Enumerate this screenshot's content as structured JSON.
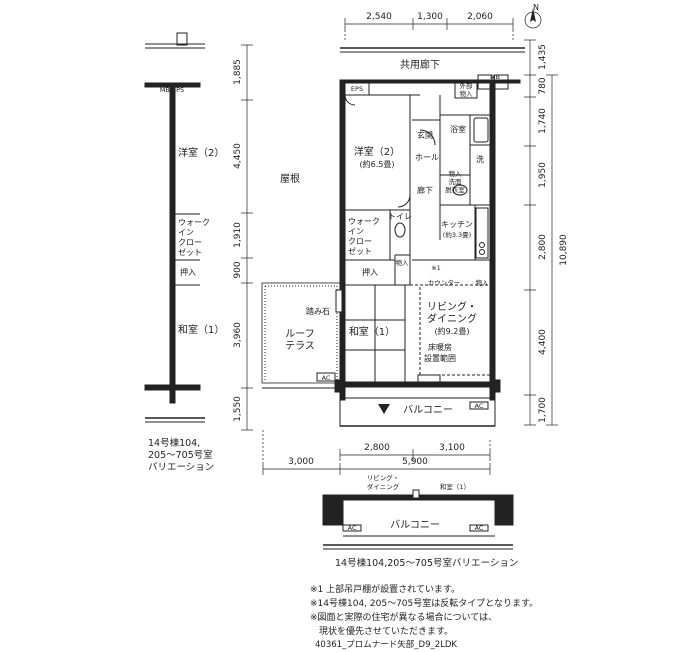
{
  "top_dims": [
    "2,540",
    "1,300",
    "2,060"
  ],
  "right_dims": [
    "1,435",
    "780",
    "1,740",
    "1,950",
    "2,800",
    "4,400",
    "1,700"
  ],
  "right_total": "10,890",
  "left_dims": [
    "1,885",
    "4,450",
    "1,910",
    "900",
    "3,960",
    "1,550"
  ],
  "bottom_dims": [
    "2,800",
    "3,100",
    "3,000",
    "5,900"
  ],
  "rooms": {
    "corridor": "共用廊下",
    "eps": "EPS",
    "mb": "MB",
    "outside_storage_1": "外部",
    "outside_storage_2": "物入",
    "genkan": "玄関",
    "bath": "浴室",
    "hall": "ホール",
    "wash": "洗",
    "storage": "物入",
    "washroom_1": "洗面",
    "washroom_2": "脱衣室",
    "hallway": "廊下",
    "western_2": "洋室（2）",
    "western_2_size": "(約6.5畳)",
    "roof": "屋根",
    "walkin_1": "ウォーク",
    "walkin_2": "イン",
    "walkin_3": "クロー",
    "walkin_4": "ゼット",
    "toilet": "トイレ",
    "kitchen": "キッチン",
    "kitchen_size": "(約3.3畳)",
    "note_mark": "※1",
    "counter": "カウンター",
    "storage2": "物入",
    "oshiire": "押入",
    "fumiishi": "踏み石",
    "roof_terrace_1": "ルーフ",
    "roof_terrace_2": "テラス",
    "japanese_1": "和室（1）",
    "living_1": "リビング・",
    "living_2": "ダイニング",
    "living_size": "(約9.2畳)",
    "floorheat_1": "床暖房",
    "floorheat_2": "設置範囲",
    "balcony": "バルコニー",
    "ac": "AC"
  },
  "left_variant": {
    "mbeps": "MB EPS",
    "western": "洋室（2）",
    "walkin_1": "ウォーク",
    "walkin_2": "イン",
    "walkin_3": "クロー",
    "walkin_4": "ゼット",
    "oshiire": "押入",
    "japanese": "和室（1）",
    "caption": "14号棟104,\n205〜705号室\nバリエーション"
  },
  "bottom_variant": {
    "living_1": "リビング・",
    "living_2": "ダイニング",
    "japanese": "和室（1）",
    "balcony": "バルコニー",
    "ac": "AC",
    "caption": "14号棟104,205〜705号室バリエーション"
  },
  "notes": [
    "※1 上部吊戸棚が設置されています。",
    "※14号棟104, 205〜705号室は反転タイプとなります。",
    "※図面と実際の住宅が異なる場合については、",
    "　現状を優先させていただきます。"
  ],
  "footer_code": "40361_プロムナード矢部_D9_2LDK",
  "compass_label": "N"
}
